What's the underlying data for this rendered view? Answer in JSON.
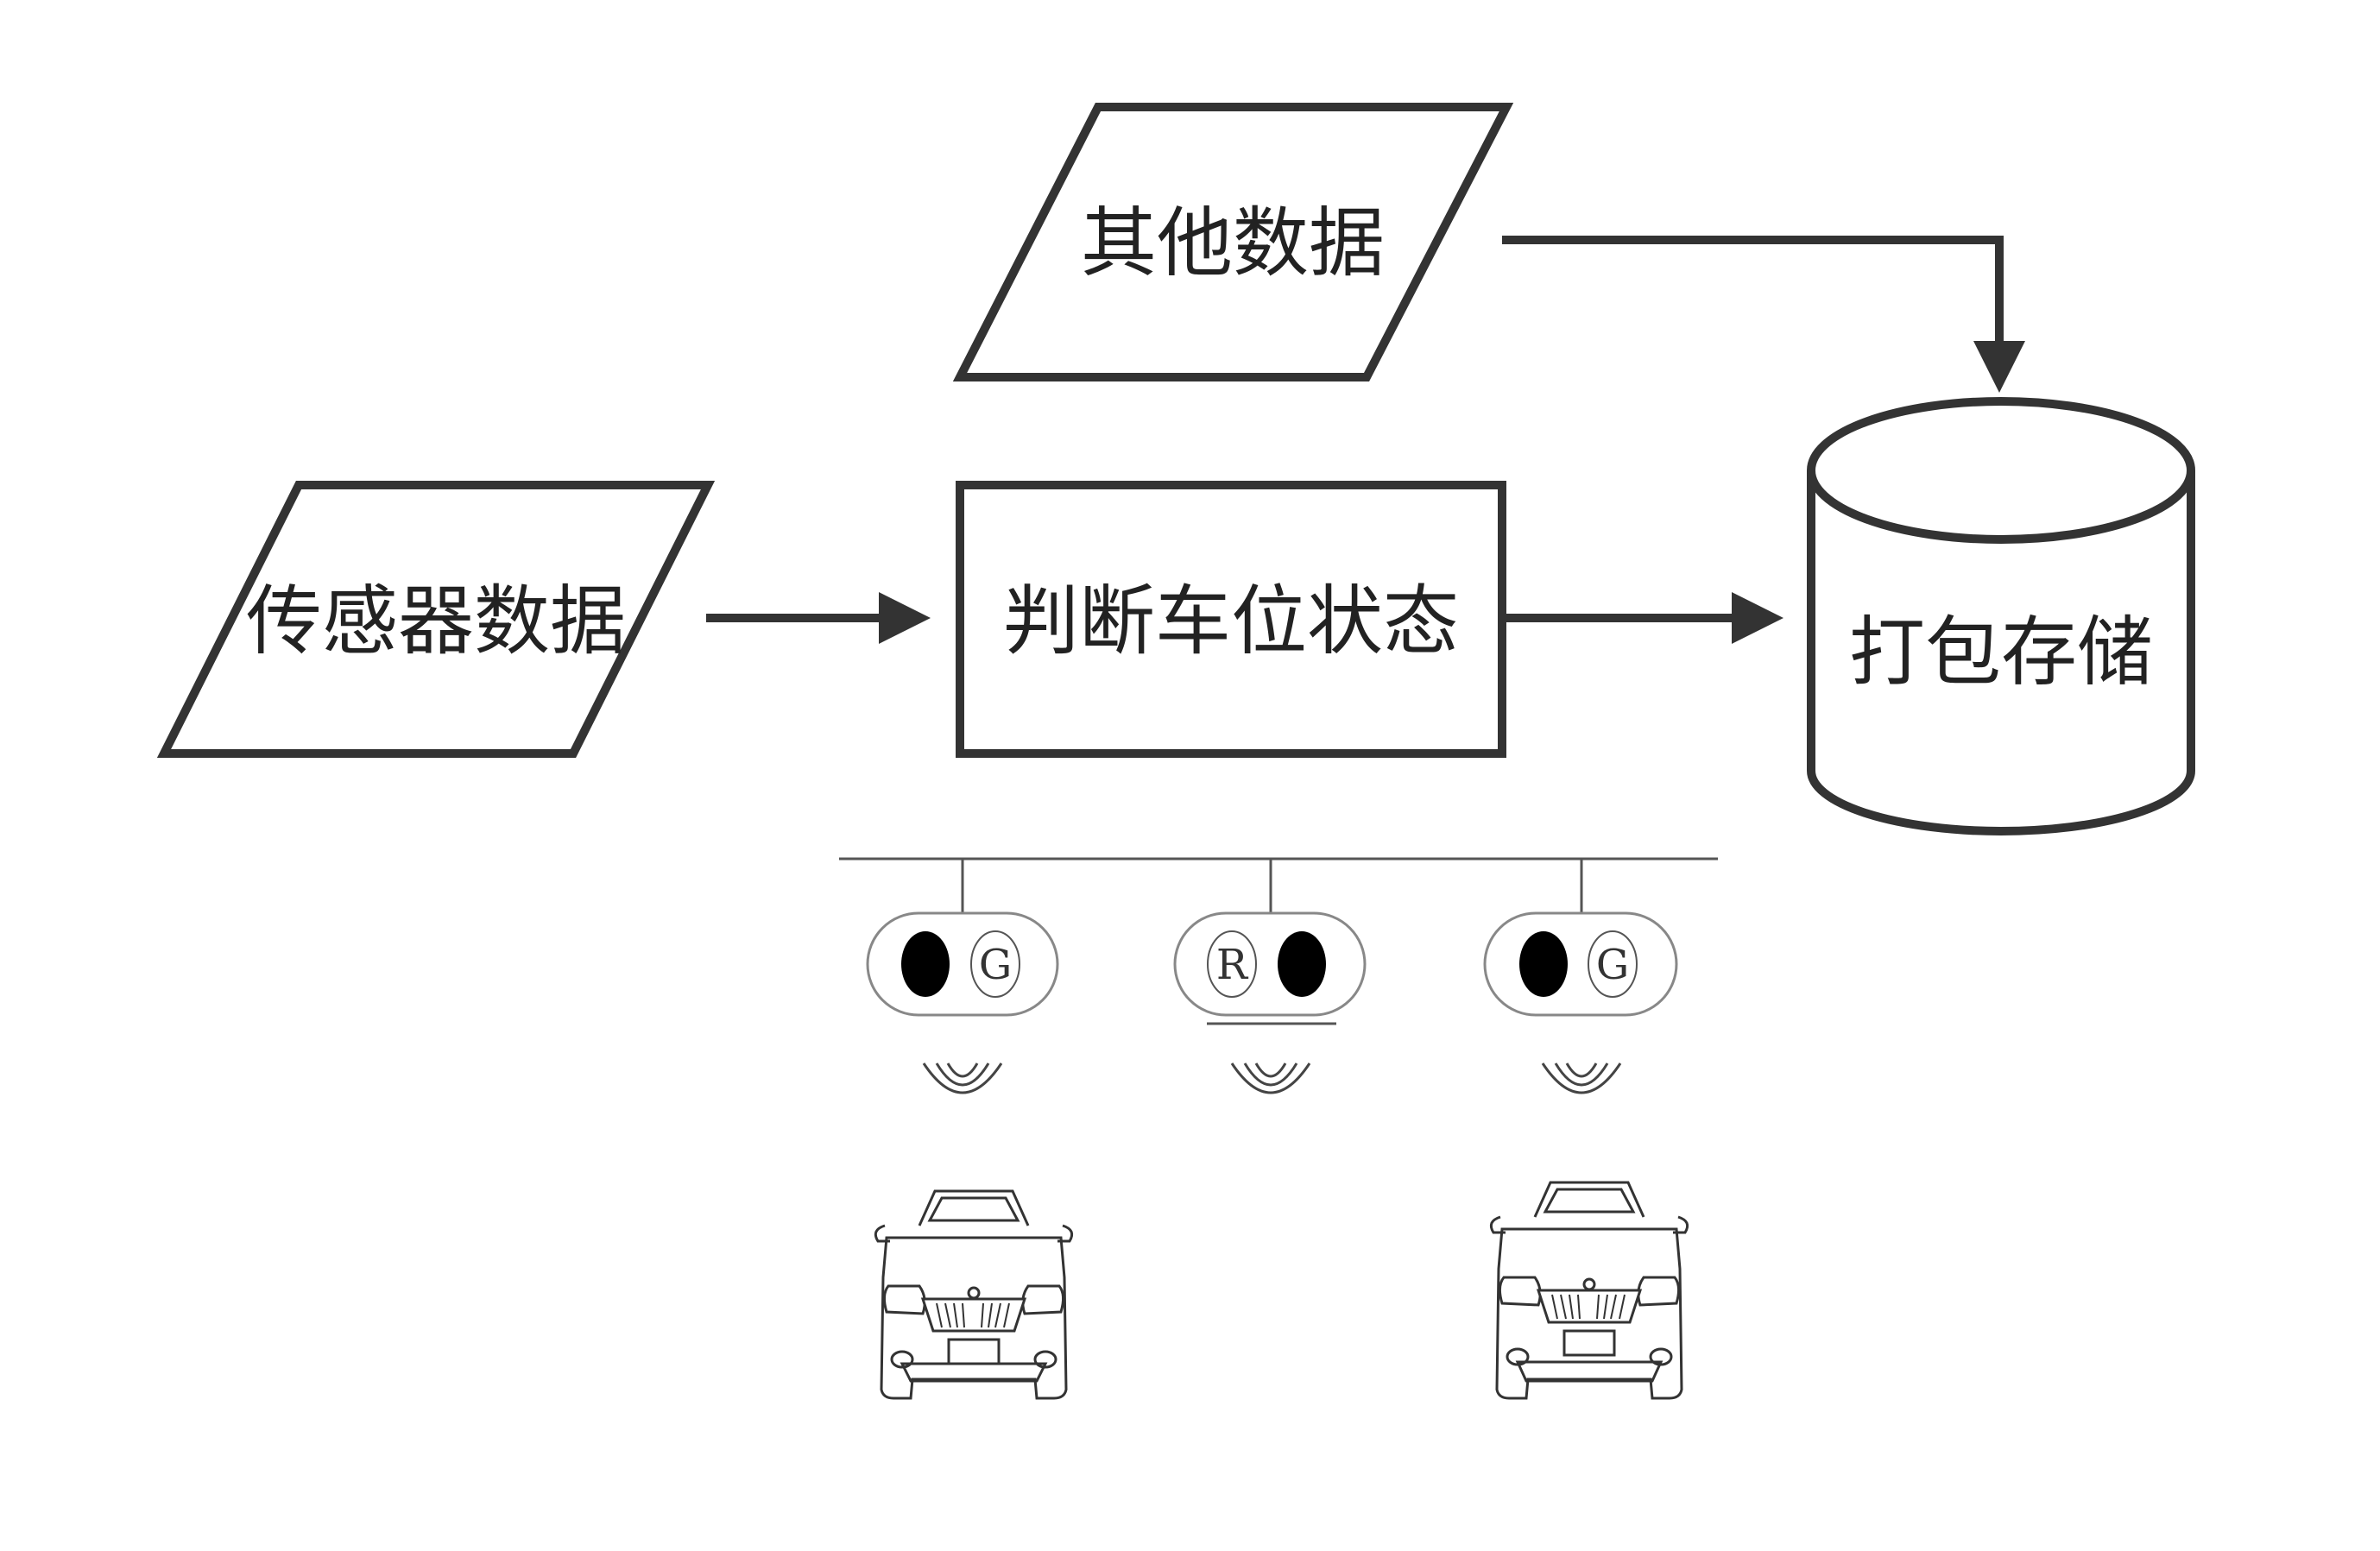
{
  "nodes": {
    "other_data": "其他数据",
    "sensor_data": "传感器数据",
    "judge_status": "判断车位状态",
    "package_storage": "打包存储"
  },
  "indicators": [
    {
      "letter": "G",
      "state": "green"
    },
    {
      "letter": "R",
      "state": "red"
    },
    {
      "letter": "G",
      "state": "green"
    }
  ],
  "colors": {
    "stroke": "#333333",
    "text": "#222222",
    "light_stroke": "#555555"
  },
  "icons": [
    "ultrasonic-wave-icon",
    "car-front-icon"
  ]
}
